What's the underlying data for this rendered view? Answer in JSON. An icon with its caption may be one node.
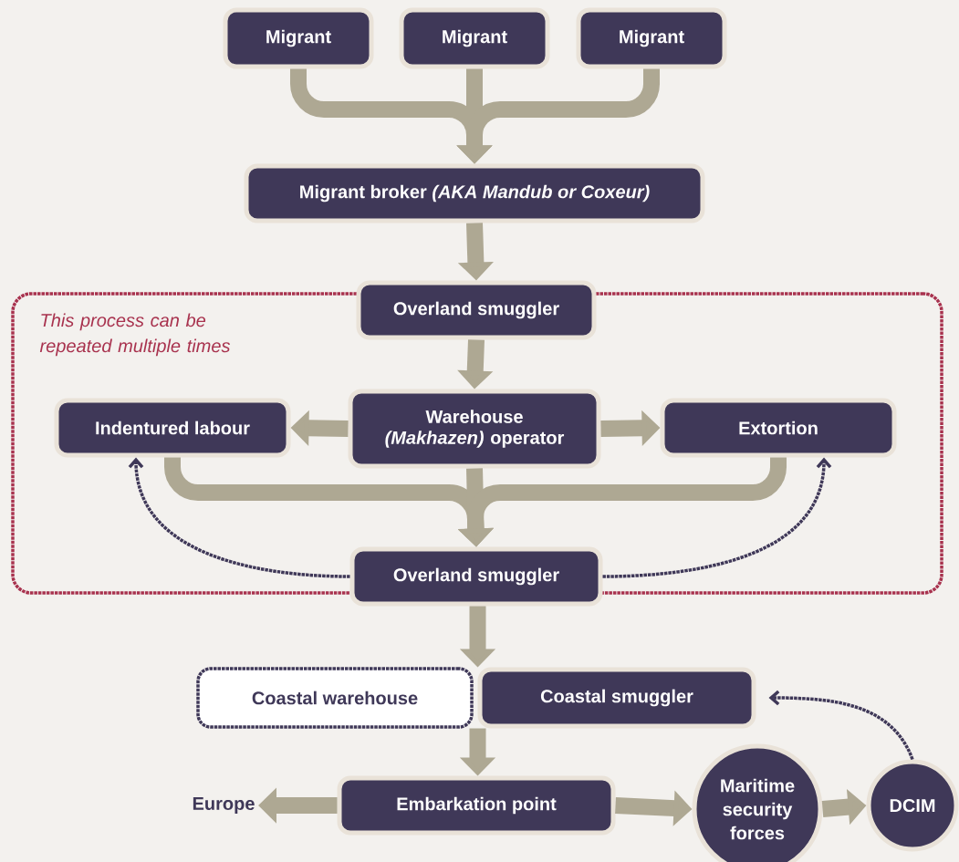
{
  "diagram": {
    "nodes": [
      {
        "text": [
          "Migrant"
        ]
      },
      {
        "text": [
          "Migrant"
        ]
      },
      {
        "text": [
          "Migrant"
        ]
      },
      {
        "text": [
          "Migrant broker *(AKA Mandub or Coxeur)*"
        ]
      },
      {
        "text": [
          "This process can be repeated multiple times"
        ]
      },
      {
        "text": [
          "Overland smuggler"
        ]
      },
      {
        "text": [
          "Warehouse *(Makhazen)* operator"
        ],
        "in": 4
      },
      {
        "text": [
          "Indentured labour"
        ],
        "in": 4
      },
      {
        "text": [
          "Extortion"
        ],
        "in": 4
      },
      {
        "text": [
          "Overland smuggler"
        ]
      },
      {
        "text": [
          "Coastal warehouse"
        ]
      },
      {
        "text": [
          "Coastal smuggler"
        ]
      },
      {
        "text": [
          "Embarkation point"
        ]
      },
      {
        "text": [
          "Europe"
        ]
      },
      {
        "text": [
          "Maritime security forces"
        ]
      },
      {
        "text": [
          "DCIM"
        ]
      }
    ],
    "edges": [
      {
        "from": 0,
        "to": 3,
        "arrow": "to"
      },
      {
        "from": 1,
        "to": 3,
        "arrow": "to"
      },
      {
        "from": 2,
        "to": 3,
        "arrow": "to"
      },
      {
        "from": 3,
        "to": 5,
        "arrow": "to"
      },
      {
        "from": 5,
        "to": 6,
        "arrow": "to"
      },
      {
        "from": 6,
        "to": 7,
        "arrow": "to"
      },
      {
        "from": 6,
        "to": 8,
        "arrow": "to"
      },
      {
        "from": 7,
        "to": 9,
        "arrow": "to"
      },
      {
        "from": 6,
        "to": 9,
        "arrow": "to"
      },
      {
        "from": 8,
        "to": 9,
        "arrow": "to"
      },
      {
        "from": 9,
        "to": 11,
        "arrow": "to"
      },
      {
        "from": 11,
        "to": 12,
        "arrow": "to"
      },
      {
        "from": 12,
        "to": 13,
        "arrow": "to"
      },
      {
        "from": 12,
        "to": 14,
        "arrow": "to"
      },
      {
        "from": 14,
        "to": 15,
        "arrow": "to"
      },
      {
        "from": 9,
        "to": 7,
        "arrow": "to",
        "style": "dashed",
        "color": "#3f3858"
      },
      {
        "from": 9,
        "to": 8,
        "arrow": "to",
        "style": "dashed",
        "color": "#3f3858"
      },
      {
        "from": 15,
        "to": 11,
        "arrow": "to",
        "style": "dashed",
        "color": "#3f3858"
      }
    ]
  }
}
